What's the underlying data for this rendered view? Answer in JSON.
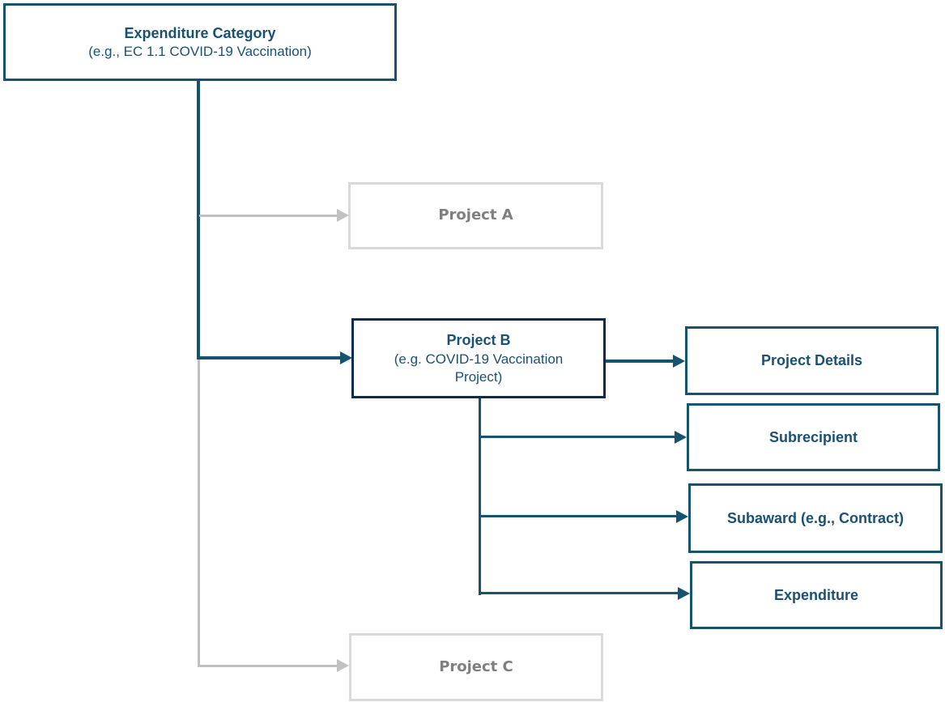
{
  "diagram": {
    "root": {
      "title": "Expenditure Category",
      "subtitle": "(e.g., EC 1.1 COVID-19 Vaccination)"
    },
    "projects": {
      "a": {
        "label": "Project A",
        "state": "inactive"
      },
      "b": {
        "title": "Project B",
        "subtitle": "(e.g. COVID-19 Vaccination Project)",
        "state": "active"
      },
      "c": {
        "label": "Project C",
        "state": "inactive"
      }
    },
    "details": {
      "project_details": {
        "label": "Project Details"
      },
      "subrecipient": {
        "label": "Subrecipient"
      },
      "subaward": {
        "label": "Subaward (e.g., Contract)"
      },
      "expenditure": {
        "label": "Expenditure"
      }
    },
    "colors": {
      "primary": "#15536F",
      "navy": "#112B50",
      "text_blue": "#1A5173",
      "gray_border": "#D9D9D9",
      "gray_text": "#7F7F7F",
      "gray_line": "#C1C1C1"
    }
  }
}
